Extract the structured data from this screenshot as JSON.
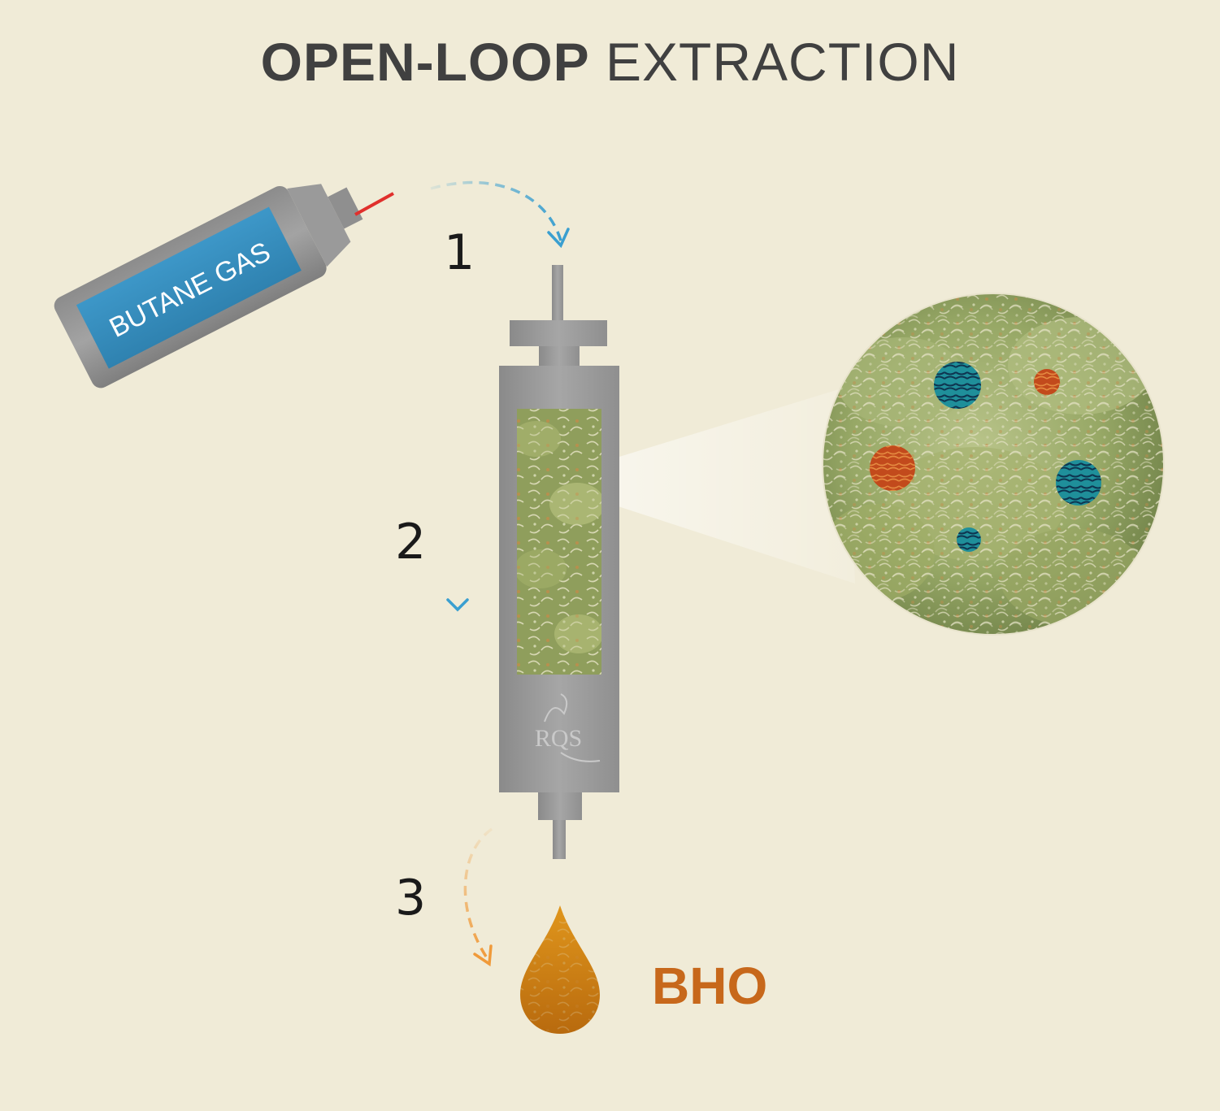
{
  "title": {
    "bold": "OPEN-LOOP",
    "rest": "EXTRACTION"
  },
  "canister_label": "BUTANE GAS",
  "steps": [
    "1",
    "2",
    "3"
  ],
  "product_label": "BHO",
  "logo_text": {
    "main": "RQS"
  },
  "colors": {
    "background": "#f0ebd7",
    "flow_blue": "#3a9fd0",
    "flow_orange": "#f09a3a",
    "product": "#c7681b",
    "metal": "#9b9b9b"
  }
}
